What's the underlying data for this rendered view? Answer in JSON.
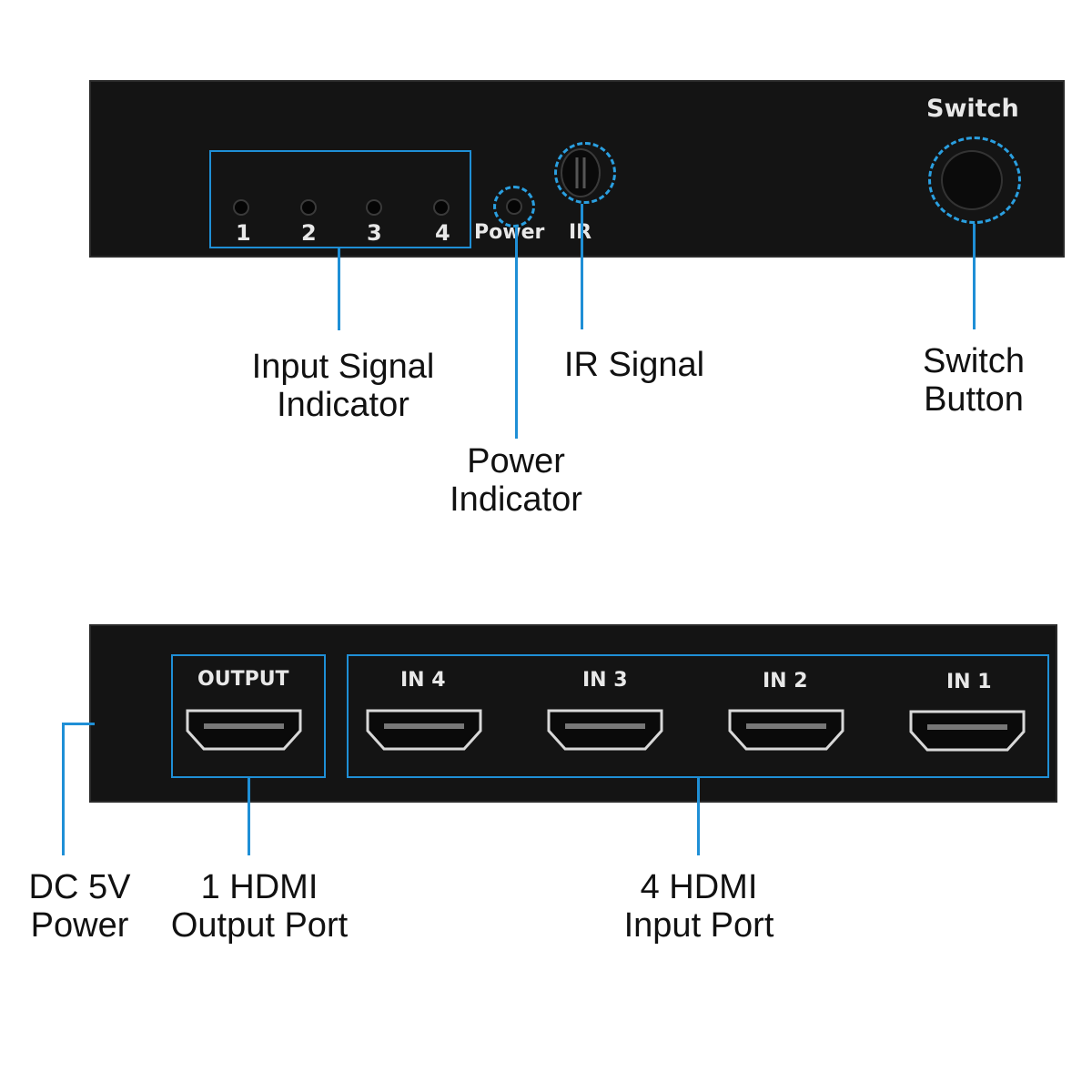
{
  "front": {
    "switch_title": "Switch",
    "indicators": [
      "1",
      "2",
      "3",
      "4"
    ],
    "power_text": "Power",
    "ir_text": "IR"
  },
  "back": {
    "output_title": "OUTPUT",
    "inputs": [
      "IN 4",
      "IN 3",
      "IN 2",
      "IN 1"
    ]
  },
  "labels": {
    "input_signal": [
      "Input Signal",
      "Indicator"
    ],
    "power_indicator": [
      "Power",
      "Indicator"
    ],
    "ir_signal": "IR Signal",
    "switch_button": [
      "Switch",
      "Button"
    ],
    "dc_power": [
      "DC 5V",
      "Power"
    ],
    "hdmi_output": [
      "1 HDMI",
      "Output Port"
    ],
    "hdmi_input": [
      "4 HDMI",
      "Input Port"
    ]
  },
  "colors": {
    "accent": "#1f8fd6",
    "device": "#141414"
  }
}
